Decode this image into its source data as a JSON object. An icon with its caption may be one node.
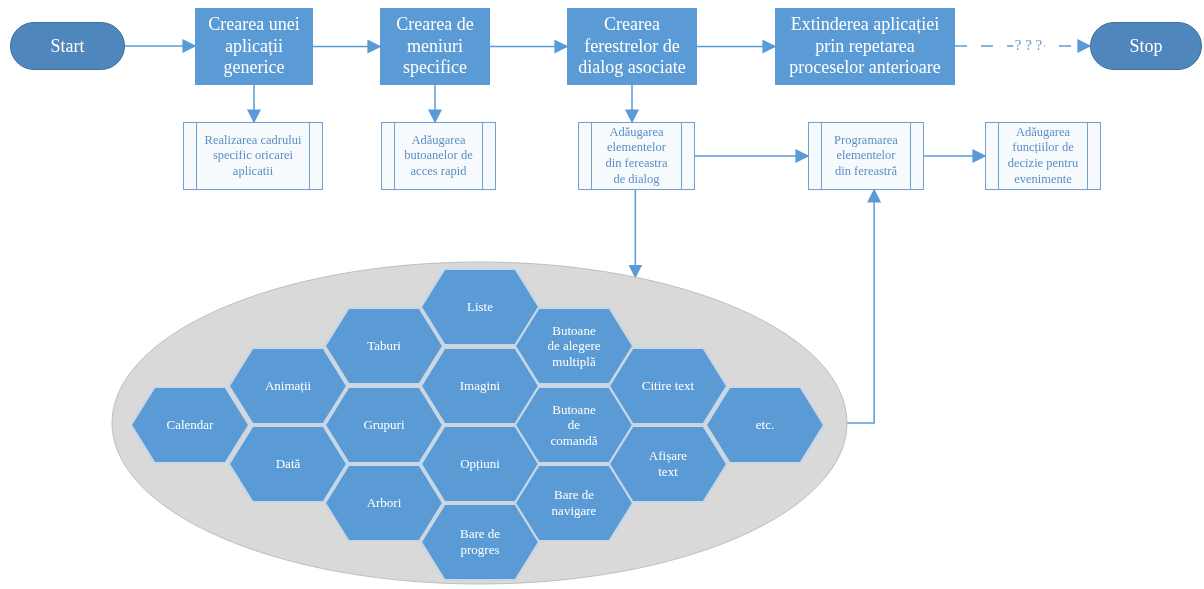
{
  "diagram": {
    "nodes": [
      {
        "text": [
          "Start"
        ]
      },
      {
        "text": [
          "Crearea unei aplicații generice"
        ]
      },
      {
        "text": [
          "Crearea de meniuri specifice"
        ]
      },
      {
        "text": [
          "Crearea ferestrelor de dialog asociate"
        ]
      },
      {
        "text": [
          "Extinderea aplicației prin repetarea proceselor anterioare"
        ]
      },
      {
        "text": [
          "Stop"
        ]
      },
      {
        "text": [
          "Realizarea cadrului specific oricarei aplicatii"
        ]
      },
      {
        "text": [
          "Adăugarea butoanelor de acces rapid"
        ]
      },
      {
        "text": [
          "Adăugarea elementelor din fereastra de dialog"
        ]
      },
      {
        "text": [
          "Programarea elementelor din fereastră"
        ]
      },
      {
        "text": [
          "Adăugarea funcțiilor de decizie pentru evenimente"
        ]
      },
      {
        "text": [],
        "shape": "ellipse"
      },
      {
        "text": [
          "Calendar"
        ],
        "in": 11
      },
      {
        "text": [
          "Animații"
        ],
        "in": 11
      },
      {
        "text": [
          "Dată"
        ],
        "in": 11
      },
      {
        "text": [
          "Taburi"
        ],
        "in": 11
      },
      {
        "text": [
          "Grupuri"
        ],
        "in": 11
      },
      {
        "text": [
          "Arbori"
        ],
        "in": 11
      },
      {
        "text": [
          "Liste"
        ],
        "in": 11
      },
      {
        "text": [
          "Imagini"
        ],
        "in": 11
      },
      {
        "text": [
          "Opțiuni"
        ],
        "in": 11
      },
      {
        "text": [
          "Bare de progres"
        ],
        "in": 11
      },
      {
        "text": [
          "Butoane de alegere multiplă"
        ],
        "in": 11
      },
      {
        "text": [
          "Butoane de comandă"
        ],
        "in": 11
      },
      {
        "text": [
          "Bare de navigare"
        ],
        "in": 11
      },
      {
        "text": [
          "Citire text"
        ],
        "in": 11
      },
      {
        "text": [
          "Afișare text"
        ],
        "in": 11
      },
      {
        "text": [
          "etc."
        ],
        "in": 11
      }
    ],
    "edges": [
      {
        "from": 0,
        "to": 1,
        "arrow": "to"
      },
      {
        "from": 1,
        "to": 2,
        "arrow": "to"
      },
      {
        "from": 2,
        "to": 3,
        "arrow": "to"
      },
      {
        "from": 3,
        "to": 4,
        "arrow": "to"
      },
      {
        "from": 4,
        "to": 5,
        "arrow": "to",
        "style": "dashed",
        "label": "? ? ?"
      },
      {
        "from": 1,
        "to": 6,
        "arrow": "to"
      },
      {
        "from": 2,
        "to": 7,
        "arrow": "to"
      },
      {
        "from": 3,
        "to": 8,
        "arrow": "to"
      },
      {
        "from": 8,
        "to": 9,
        "arrow": "to"
      },
      {
        "from": 9,
        "to": 10,
        "arrow": "to"
      },
      {
        "from": 8,
        "to": 11,
        "arrow": "to"
      },
      {
        "from": 11,
        "to": 9,
        "arrow": "to"
      }
    ]
  }
}
